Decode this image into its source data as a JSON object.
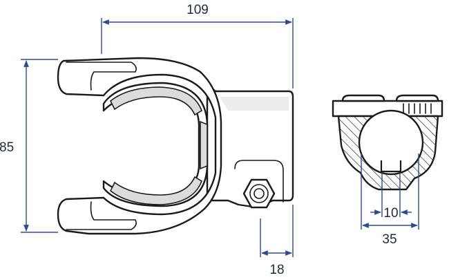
{
  "colors": {
    "dimension": "#2e4a8f",
    "outline": "#1a1a1a",
    "shade": "#dcdcdc",
    "background": "#ffffff"
  },
  "dimensions": {
    "overall_length": "109",
    "height": "85",
    "boss_width": "18",
    "bore_slot": "10",
    "section_width": "35"
  }
}
